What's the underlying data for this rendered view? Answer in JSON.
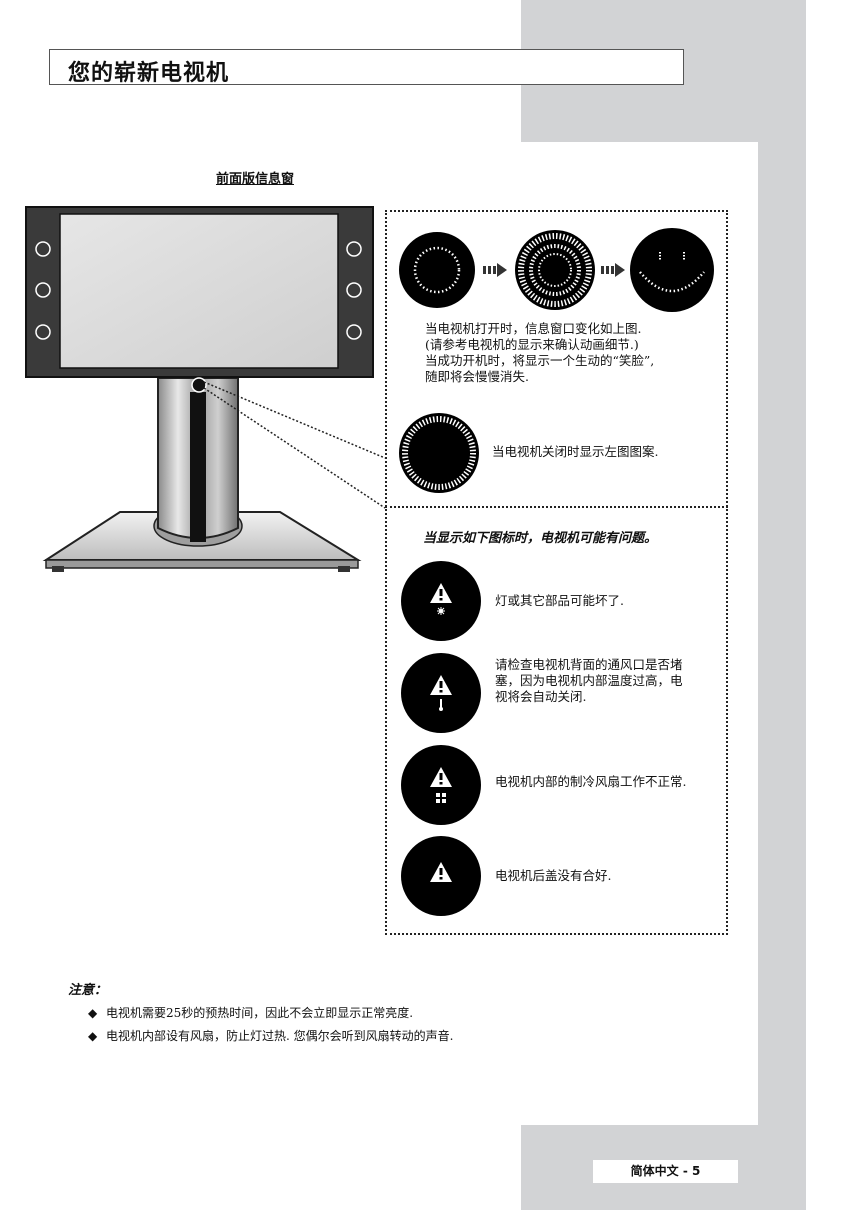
{
  "page": {
    "title": "您的崭新电视机",
    "figure_caption": "前面版信息窗",
    "page_number": "简体中文 - 5"
  },
  "startup": {
    "line1": "当电视机打开时，信息窗口变化如上图.",
    "line2": "(请参考电视机的显示来确认动画细节.)",
    "line3": "当成功开机时，将显示一个生动的“笑脸”,",
    "line4": "随即将会慢慢消失."
  },
  "shutdown": {
    "text": "当电视机关闭时显示左图图案."
  },
  "problems": {
    "title": "当显示如下图标时，电视机可能有问题。",
    "items": [
      {
        "icon": "lamp-warning-icon",
        "lines": [
          "灯或其它部品可能坏了."
        ]
      },
      {
        "icon": "temperature-warning-icon",
        "lines": [
          "请检查电视机背面的通风口是否堵",
          "塞，因为电视机内部温度过高，电",
          "视将会自动关闭."
        ]
      },
      {
        "icon": "fan-warning-icon",
        "lines": [
          "电视机内部的制冷风扇工作不正常."
        ]
      },
      {
        "icon": "cover-warning-icon",
        "lines": [
          "电视机后盖没有合好."
        ]
      }
    ]
  },
  "notes": {
    "title": "注意：",
    "items": [
      "电视机需要25秒的预热时间，因此不会立即显示正常亮度.",
      "电视机内部设有风扇，防止灯过热. 您偶尔会听到风扇转动的声音."
    ],
    "bullet_symbol": "◆"
  }
}
